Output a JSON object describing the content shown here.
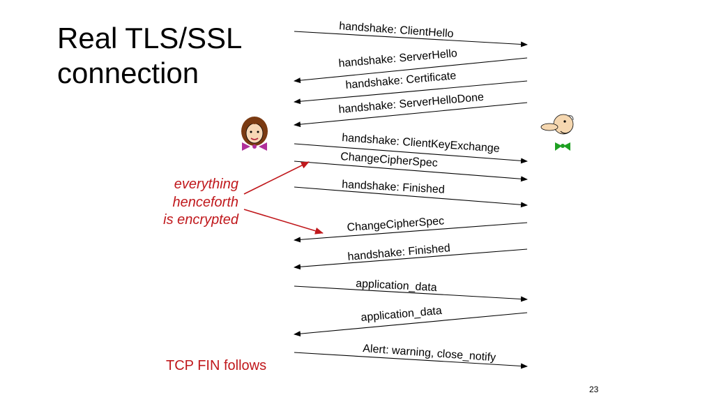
{
  "slide": {
    "title_line1": "Real TLS/SSL",
    "title_line2": "connection",
    "note_line1": "everything",
    "note_line2": "henceforth",
    "note_line3": "is encrypted",
    "footer_note": "TCP FIN follows",
    "page_number": "23"
  },
  "colors": {
    "note": "#c0181c",
    "arrow": "#000000",
    "pointer_arrow": "#c0181c"
  },
  "actors": {
    "left": "client-icon",
    "right": "server-icon"
  },
  "messages": [
    {
      "label": "handshake: ClientHello",
      "direction": "client-to-server"
    },
    {
      "label": "handshake: ServerHello",
      "direction": "server-to-client"
    },
    {
      "label": "handshake: Certificate",
      "direction": "server-to-client"
    },
    {
      "label": "handshake: ServerHelloDone",
      "direction": "server-to-client"
    },
    {
      "label": "handshake: ClientKeyExchange",
      "direction": "client-to-server"
    },
    {
      "label": "ChangeCipherSpec",
      "direction": "client-to-server"
    },
    {
      "label": "handshake: Finished",
      "direction": "client-to-server"
    },
    {
      "label": "ChangeCipherSpec",
      "direction": "server-to-client"
    },
    {
      "label": "handshake: Finished",
      "direction": "server-to-client"
    },
    {
      "label": "application_data",
      "direction": "client-to-server"
    },
    {
      "label": "application_data",
      "direction": "server-to-client"
    },
    {
      "label": "Alert: warning, close_notify",
      "direction": "client-to-server"
    }
  ]
}
